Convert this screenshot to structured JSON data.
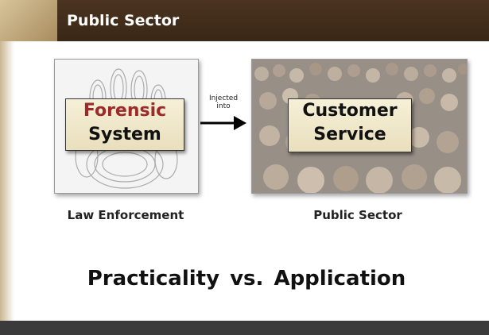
{
  "header": {
    "title": "Public Sector"
  },
  "left_panel": {
    "image": "fingerprint-handprint",
    "box_line1": "Forensic",
    "box_line2": "System",
    "caption": "Law Enforcement"
  },
  "connector": {
    "line1": "Injected",
    "line2": "into"
  },
  "right_panel": {
    "image": "crowd-of-people",
    "box_line1": "Customer",
    "box_line2": "Service",
    "caption": "Public Sector"
  },
  "tagline": "Practicality  vs.  Application",
  "colors": {
    "header_bg": "#3a2716",
    "accent_tan": "#c9b690",
    "forensic_red": "#9c2a2a",
    "box_fill": "#efe6c8"
  }
}
